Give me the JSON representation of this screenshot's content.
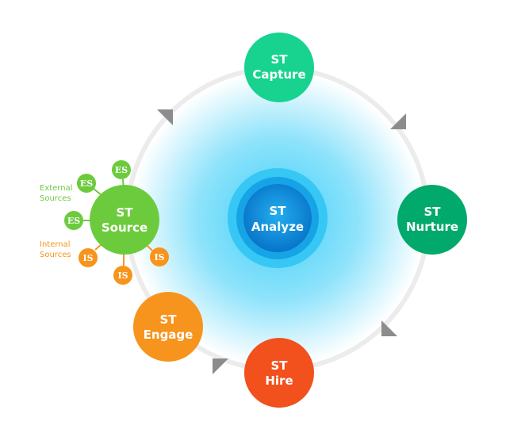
{
  "center": {
    "line1": "ST",
    "line2": "Analyze",
    "color": "#0a86d6"
  },
  "stages": [
    {
      "id": "capture",
      "line1": "ST",
      "line2": "Capture",
      "color": "#17d38f"
    },
    {
      "id": "nurture",
      "line1": "ST",
      "line2": "Nurture",
      "color": "#02a96c"
    },
    {
      "id": "hire",
      "line1": "ST",
      "line2": "Hire",
      "color": "#f2501c"
    },
    {
      "id": "engage",
      "line1": "ST",
      "line2": "Engage",
      "color": "#f7941d"
    },
    {
      "id": "source",
      "line1": "ST",
      "line2": "Source",
      "color": "#6ccb3d"
    }
  ],
  "external": {
    "label1": "External",
    "label2": "Sources",
    "node": "ES",
    "color": "#6ccb3d"
  },
  "internal": {
    "label1": "Internal",
    "label2": "Sources",
    "node": "IS",
    "color": "#f7941d"
  }
}
